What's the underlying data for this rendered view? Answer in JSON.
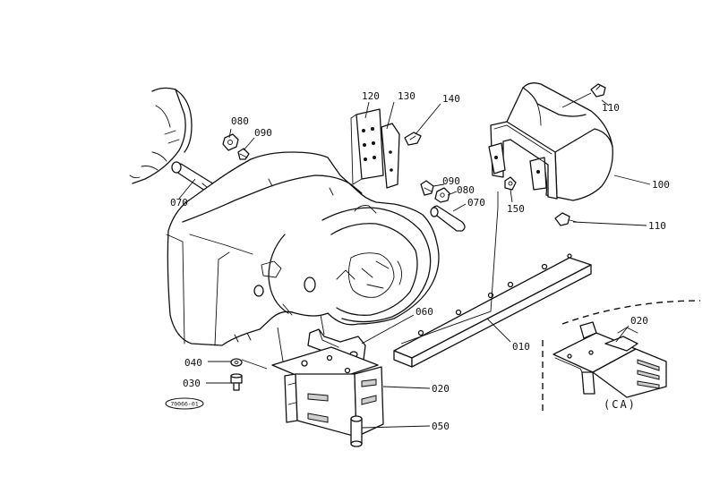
{
  "labels": {
    "p120": "120",
    "p130": "130",
    "p140": "140",
    "p080a": "080",
    "p090a": "090",
    "p070a": "070",
    "p110a": "110",
    "p100": "100",
    "p110b": "110",
    "p090b": "090",
    "p080b": "080",
    "p070b": "070",
    "p150": "150",
    "p060": "060",
    "p010": "010",
    "p040": "040",
    "p030": "030",
    "p020": "020",
    "p050": "050",
    "p020ca": "020",
    "ca": "(CA)"
  },
  "drawing_code": "70066-01"
}
